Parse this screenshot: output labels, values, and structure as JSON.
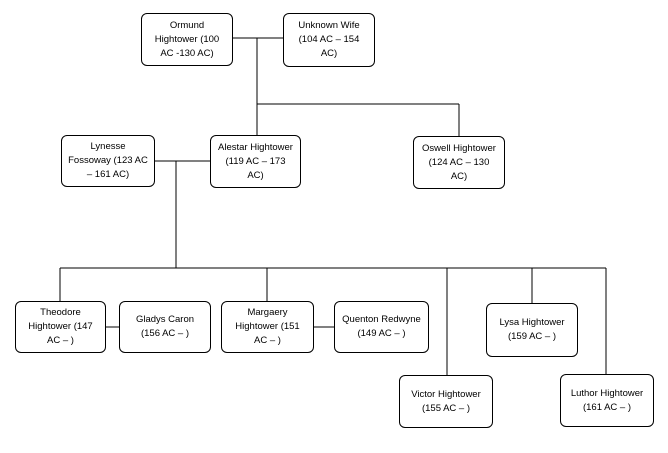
{
  "people": {
    "ormund": {
      "label": "Ormund Hightower (100 AC -130 AC)"
    },
    "wife": {
      "label": "Unknown Wife (104 AC – 154 AC)"
    },
    "lynesse": {
      "label": "Lynesse Fossoway (123 AC – 161 AC)"
    },
    "alestar": {
      "label": "Alestar Hightower (119 AC – 173 AC)"
    },
    "oswell": {
      "label": "Oswell Hightower (124 AC – 130 AC)"
    },
    "theodore": {
      "label": "Theodore Hightower (147 AC – )"
    },
    "gladys": {
      "label": "Gladys Caron (156 AC – )"
    },
    "margaery": {
      "label": "Margaery Hightower (151 AC – )"
    },
    "quenton": {
      "label": "Quenton Redwyne (149 AC – )"
    },
    "lysa": {
      "label": "Lysa Hightower (159 AC – )"
    },
    "victor": {
      "label": "Victor Hightower (155 AC – )"
    },
    "luthor": {
      "label": "Luthor Hightower (161 AC – )"
    }
  },
  "relations": {
    "marriages": [
      [
        "ormund",
        "wife"
      ],
      [
        "lynesse",
        "alestar"
      ],
      [
        "theodore",
        "gladys"
      ],
      [
        "margaery",
        "quenton"
      ]
    ],
    "descent": [
      {
        "parents": [
          "ormund",
          "wife"
        ],
        "children": [
          "alestar",
          "oswell"
        ]
      },
      {
        "parents": [
          "lynesse",
          "alestar"
        ],
        "children": [
          "theodore",
          "margaery",
          "victor",
          "lysa",
          "luthor"
        ]
      }
    ]
  },
  "style": {
    "line_color": "#000000",
    "box_border": "#000000",
    "background": "#ffffff"
  }
}
